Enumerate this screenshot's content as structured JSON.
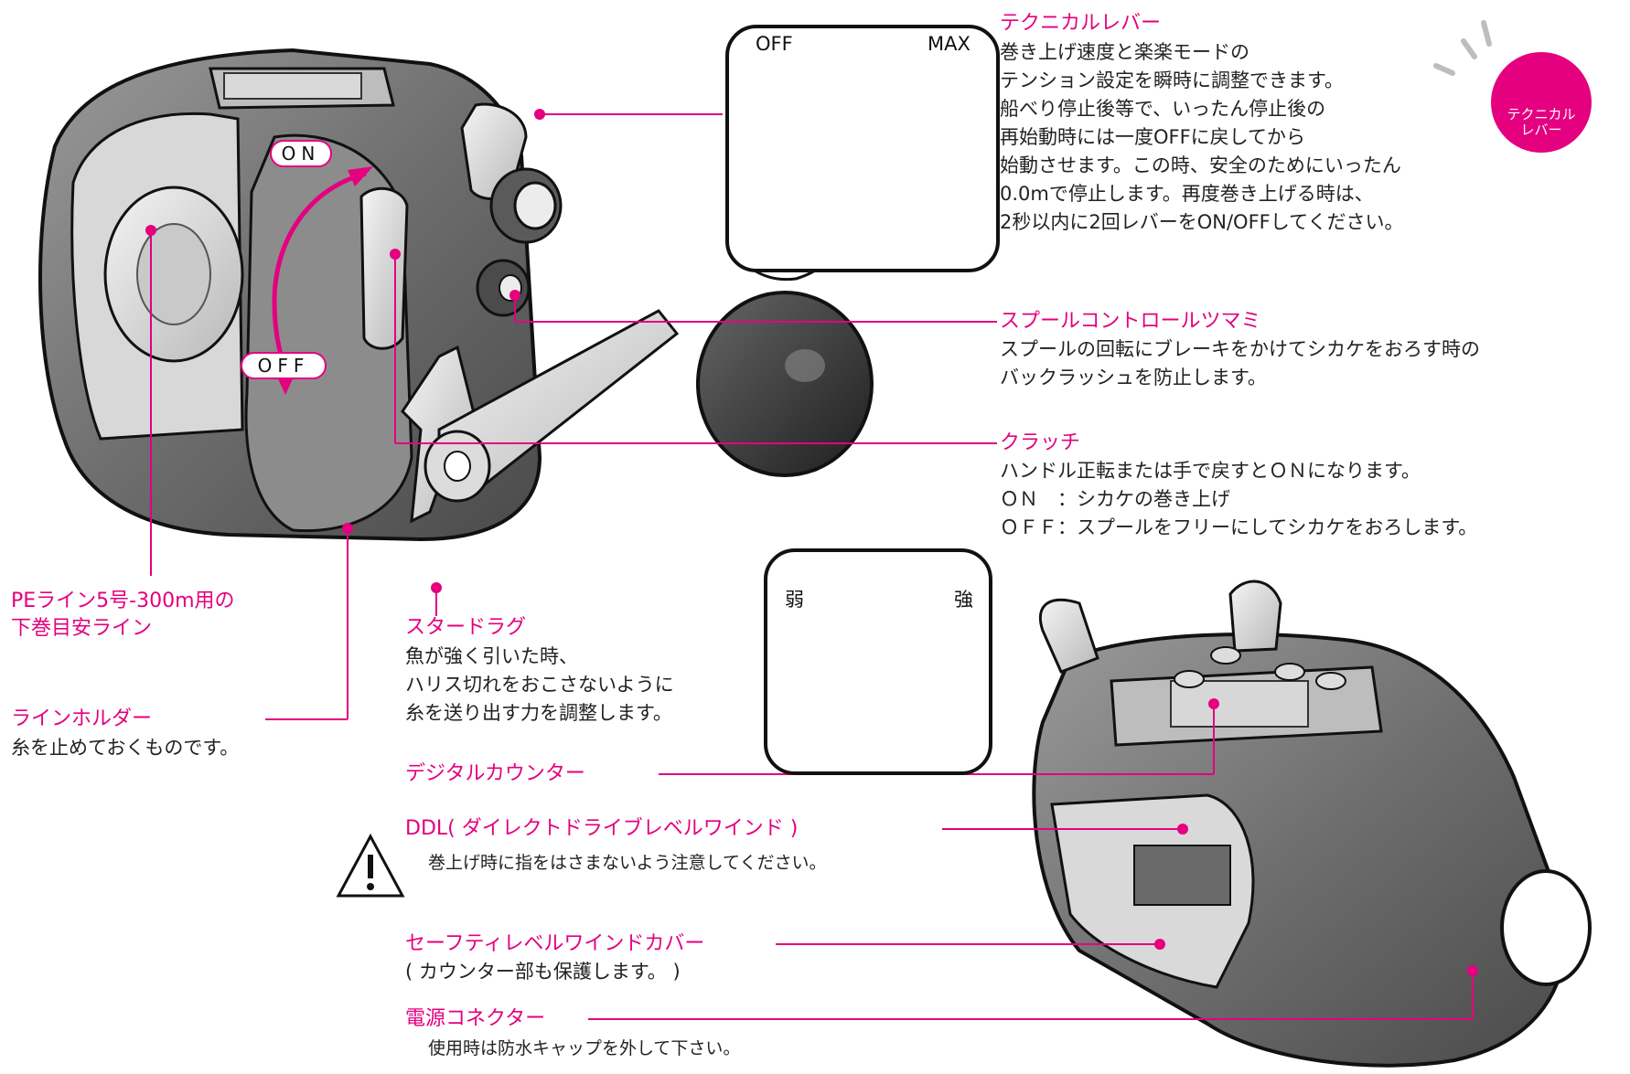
{
  "technical_lever": {
    "title": "テクニカルレバー",
    "lines": [
      "巻き上げ速度と楽楽モードの",
      "テンション設定を瞬時に調整できます。",
      "船べり停止後等で、いったん停止後の",
      "再始動時には一度OFFに戻してから",
      "始動させます。この時、安全のためにいったん",
      "0.0mで停止します。再度巻き上げる時は、",
      "2秒以内に2回レバーをON/OFFしてください。"
    ],
    "badge_line1": "テクニカル",
    "badge_line2": "レバー",
    "inset_off": "OFF",
    "inset_max": "MAX"
  },
  "spool_control": {
    "title": "スプールコントロールツマミ",
    "lines": [
      "スプールの回転にブレーキをかけてシカケをおろす時の",
      "バックラッシュを防止します。"
    ]
  },
  "clutch": {
    "title": "クラッチ",
    "lines": [
      "ハンドル正転または手で戻すとＯＮになります。",
      "ＯＮ　：シカケの巻き上げ",
      "ＯＦＦ：スプールをフリーにしてシカケをおろします。"
    ],
    "on_label": "ON",
    "off_label": "OFF"
  },
  "pe_line": {
    "line1": "PEライン5号-300m用の",
    "line2": "下巻目安ライン"
  },
  "star_drag": {
    "title": "スタードラグ",
    "lines": [
      "魚が強く引いた時、",
      "ハリス切れをおこさないように",
      "糸を送り出す力を調整します。"
    ],
    "weak": "弱",
    "strong": "強"
  },
  "line_holder": {
    "title": "ラインホルダー",
    "line": "糸を止めておくものです。"
  },
  "digital_counter": {
    "title": "デジタルカウンター"
  },
  "ddl": {
    "title": "DDL( ダイレクトドライブレベルワインド )",
    "caution": "巻上げ時に指をはさまないよう注意してください。"
  },
  "safety_cover": {
    "title": "セーフティレベルワインドカバー",
    "line": "( カウンター部も保護します。 )"
  },
  "power_connector": {
    "title": "電源コネクター",
    "line": "使用時は防水キャップを外して下さい。"
  },
  "colors": {
    "accent": "#e4007f",
    "ink": "#111111",
    "body_gray": "#7a7a7a"
  }
}
